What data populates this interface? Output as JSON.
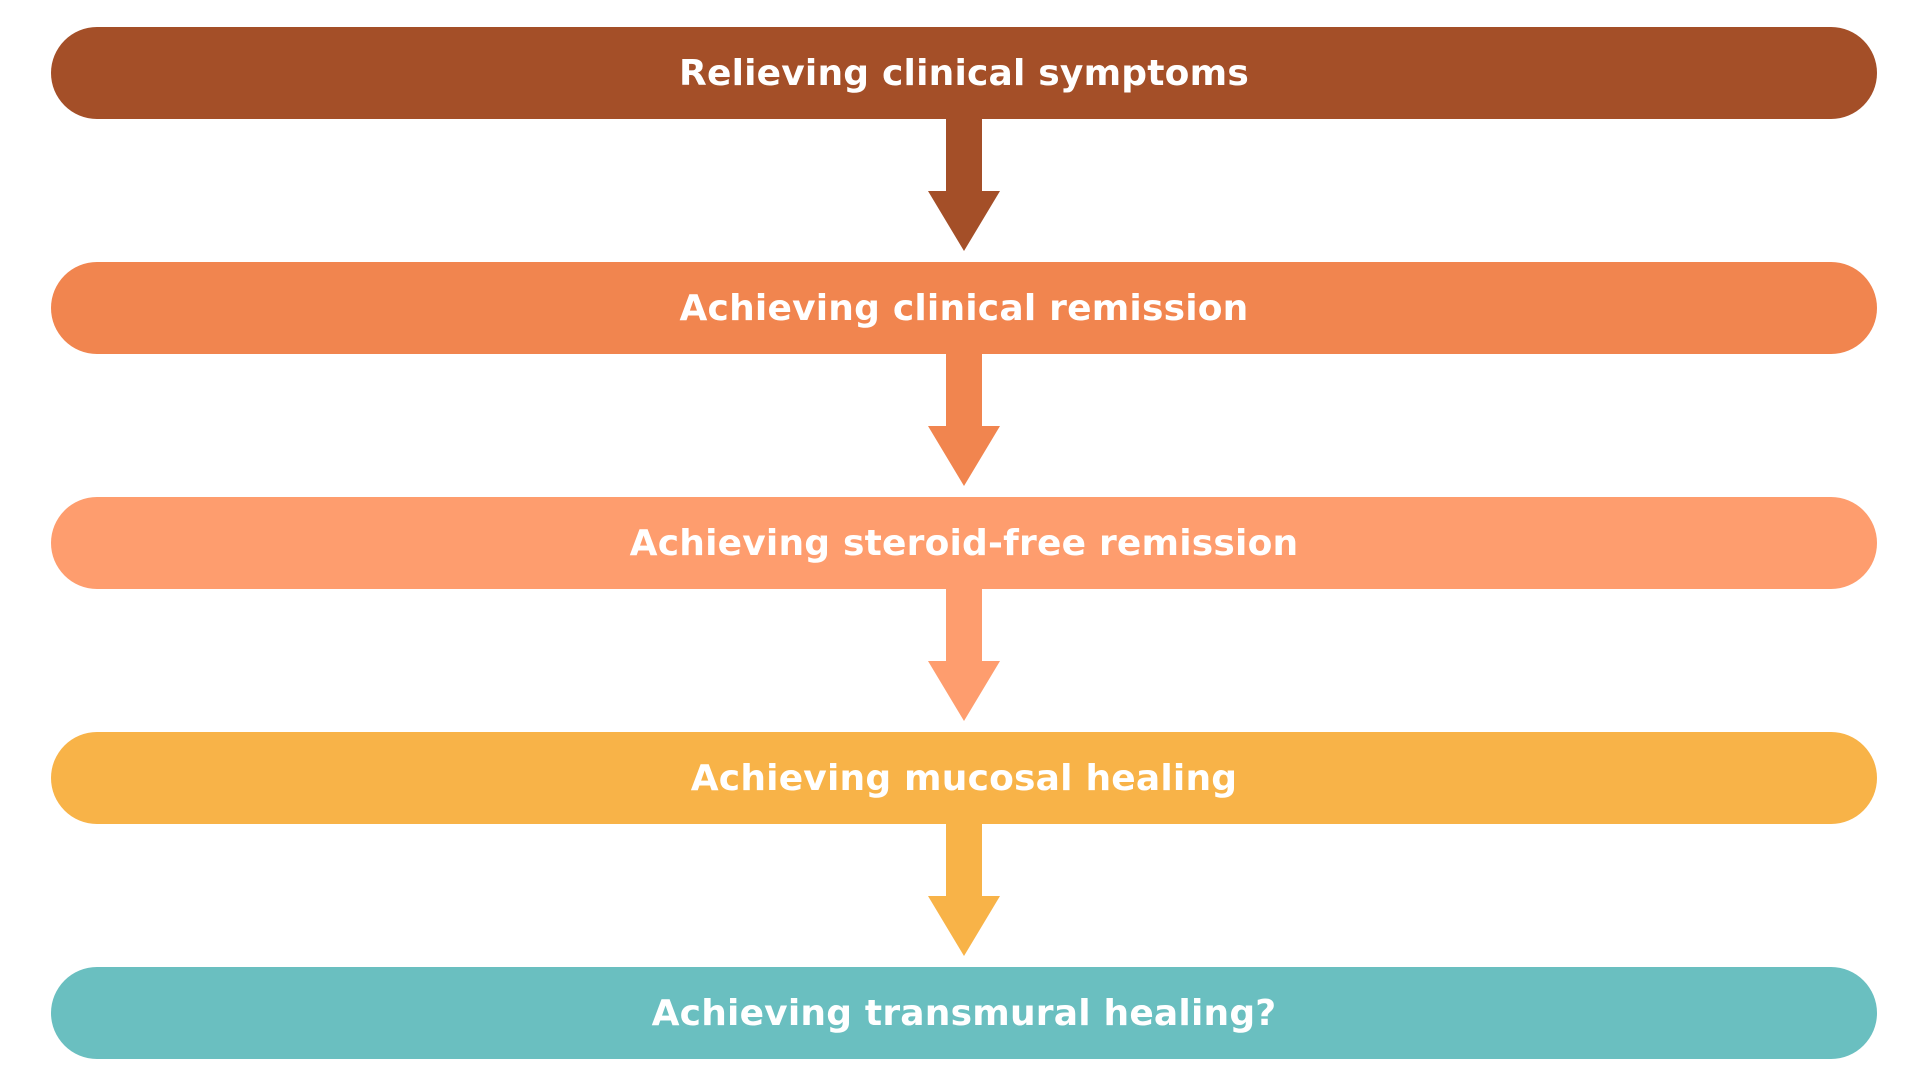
{
  "steps": [
    {
      "label": "Relieving clinical symptoms",
      "color": "#A44F28"
    },
    {
      "label": "Achieving clinical remission",
      "color": "#F1854F"
    },
    {
      "label": "Achieving steroid-free remission",
      "color": "#FE9D6E"
    },
    {
      "label": "Achieving mucosal healing",
      "color": "#F8B348"
    },
    {
      "label": "Achieving transmural healing?",
      "color": "#6ABFC0"
    }
  ],
  "icons": {
    "connector": "down-arrow-icon"
  }
}
